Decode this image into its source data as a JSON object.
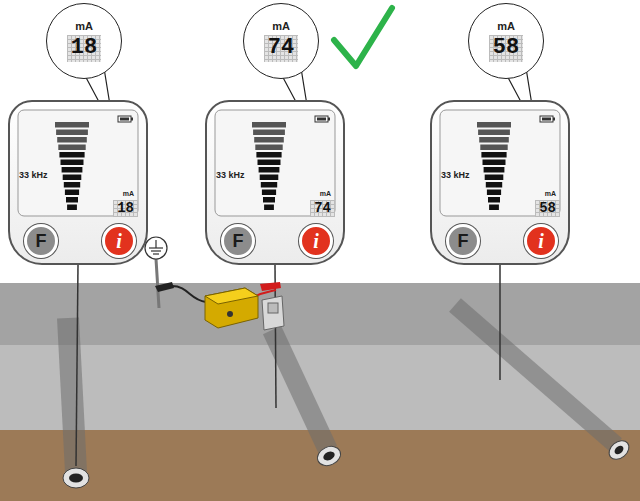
{
  "diagram": {
    "nodes": [
      {
        "text": [
          "mA",
          "18"
        ]
      },
      {
        "text": [
          "33 kHz",
          "mA",
          "18"
        ]
      },
      {
        "text": [
          "F"
        ],
        "in": 1
      },
      {
        "text": [
          "i"
        ],
        "in": 1
      },
      {
        "text": [
          "mA",
          "74"
        ]
      },
      {
        "text": [
          "33 kHz",
          "mA",
          "74"
        ]
      },
      {
        "text": [
          "F"
        ],
        "in": 5
      },
      {
        "text": [
          "i"
        ],
        "in": 5
      },
      {
        "text": [
          "mA",
          "58"
        ]
      },
      {
        "text": [
          "33 kHz",
          "mA",
          "58"
        ]
      },
      {
        "text": [
          "F"
        ],
        "in": 9
      },
      {
        "text": [
          "i"
        ],
        "in": 9
      }
    ]
  }
}
